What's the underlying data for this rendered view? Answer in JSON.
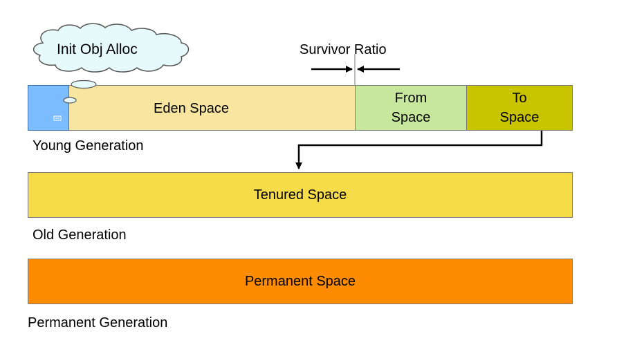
{
  "cloud": {
    "label": "Init Obj Alloc"
  },
  "survivor_ratio": {
    "label": "Survivor Ratio"
  },
  "young_generation": {
    "label": "Young Generation",
    "eden": {
      "label": "Eden Space"
    },
    "from": {
      "line1": "From",
      "line2": "Space"
    },
    "to": {
      "line1": "To",
      "line2": "Space"
    }
  },
  "old_generation": {
    "label": "Old Generation",
    "tenured": {
      "label": "Tenured Space"
    }
  },
  "permanent_generation": {
    "label": "Permanent Generation",
    "permanent": {
      "label": "Permanent Space"
    }
  },
  "colors": {
    "eden": "#f8e6a0",
    "from": "#c6e79c",
    "to": "#c8c400",
    "tenured": "#f7dc4a",
    "permanent": "#ff8c00",
    "new_object": "#7bbcff",
    "cloud": "#e6f9fb"
  }
}
